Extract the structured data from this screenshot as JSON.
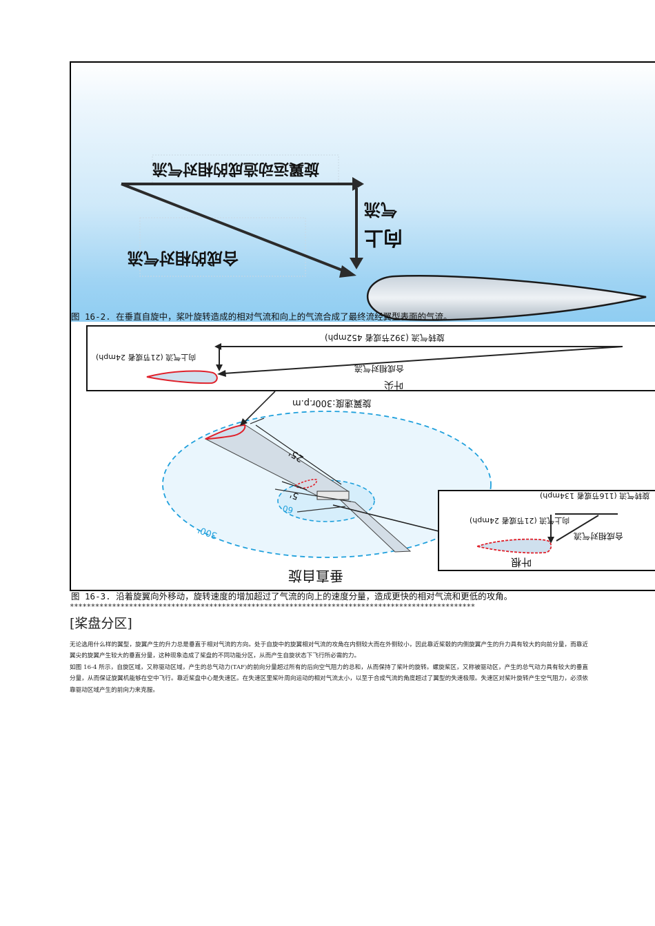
{
  "fig2": {
    "label_top": "旋翼运动造成的相对气流",
    "label_right_line1": "向上",
    "label_right_line2": "气流",
    "label_diag": "合成的相对气流",
    "caption": "图 16-2. 在垂直自旋中，桨叶旋转造成的相对气流和向上的气流合成了最终流经翼型表面的气流。"
  },
  "fig3": {
    "inset_top_label": "旋转气流 (392节或者 452mph)",
    "inset_up_label": "向上气流 (21节或者 24mph)",
    "inset_result_label": "合成相对气流",
    "inset_tip_label": "叶尖",
    "rpm_label": "旋翼速度:300r.p.m",
    "dim_long": "25'",
    "dim_short": "5'",
    "ring_small": "60",
    "ring_large": "300'",
    "root_top_label": "旋转气流 (116节或者 134mph)",
    "root_up_label": "向上气流 (21节或者 24mph)",
    "root_result_label": "合成相对气流",
    "root_name": "叶根",
    "bottom_label": "垂直自旋",
    "caption": "图 16-3. 沿着旋翼向外移动，旋转速度的增加超过了气流的向上的速度分量，造成更快的相对气流和更低的攻角。",
    "colors": {
      "airfoil_outline": "#e0202a",
      "ring": "#1fa0dc",
      "blade": "#d3dde6"
    }
  },
  "divider": "************************************************************************************************",
  "section_title": "[桨盘分区]",
  "paragraphs": [
    "无论选用什么样的翼型，旋翼产生的升力总是垂直于相对气流的方向。处于自旋中的旋翼相对气流的攻角在内侧较大而在外侧较小，因此靠近桨毂的内侧旋翼产生的升力具有较大的向前分量，而靠近翼尖的旋翼产生较大的垂直分量，这种现象造成了桨盘的不同功能分区，从而产生自旋状态下飞行所必需的力。",
    "如图 16-4 所示，自旋区域，又称驱动区域，产生的总气动力(TAF)的前向分量超过所有的后向空气阻力的总和，从而保持了桨叶的旋转。螺旋桨区，又称被驱动区，产生的总气动力具有较大的垂直分量，从而保证旋翼机能够在空中飞行。靠近桨盘中心是失速区。在失速区里桨叶周向运动的相对气流太小，以至于合成气流的角度超过了翼型的失速极限。失速区对桨叶旋转产生空气阻力，必须依靠驱动区域产生的前向力来克服。"
  ]
}
